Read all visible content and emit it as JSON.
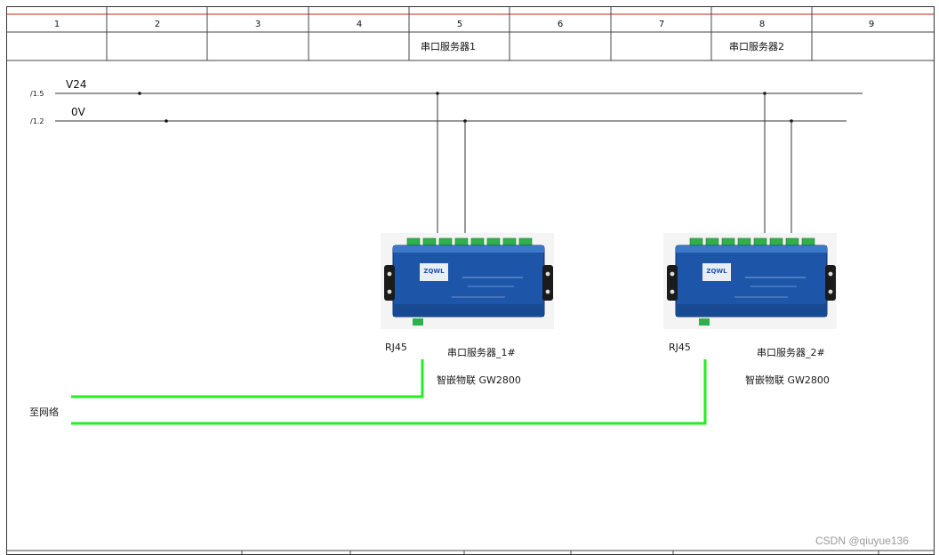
{
  "header": {
    "column_numbers": [
      "1",
      "2",
      "3",
      "4",
      "5",
      "6",
      "7",
      "8",
      "9"
    ],
    "column_titles": [
      "",
      "",
      "",
      "",
      "串口服务器1",
      "",
      "",
      "串口服务器2",
      ""
    ]
  },
  "buses": {
    "v24_ref": "/1.5",
    "v24_label": "V24",
    "ov_ref": "/1.2",
    "ov_label": "0V"
  },
  "devices": [
    {
      "port_label": "RJ45",
      "name": "串口服务器_1#",
      "model": "智嵌物联  GW2800",
      "logo": "ZQWL"
    },
    {
      "port_label": "RJ45",
      "name": "串口服务器_2#",
      "model": "智嵌物联  GW2800",
      "logo": "ZQWL"
    }
  ],
  "network": {
    "label": "至网络",
    "line_color": "#22ee22"
  },
  "colors": {
    "frame_red": "#cc2020",
    "device_blue": "#1d55a8",
    "terminal_green": "#2db24a"
  },
  "watermark": "CSDN @qiuyue136"
}
